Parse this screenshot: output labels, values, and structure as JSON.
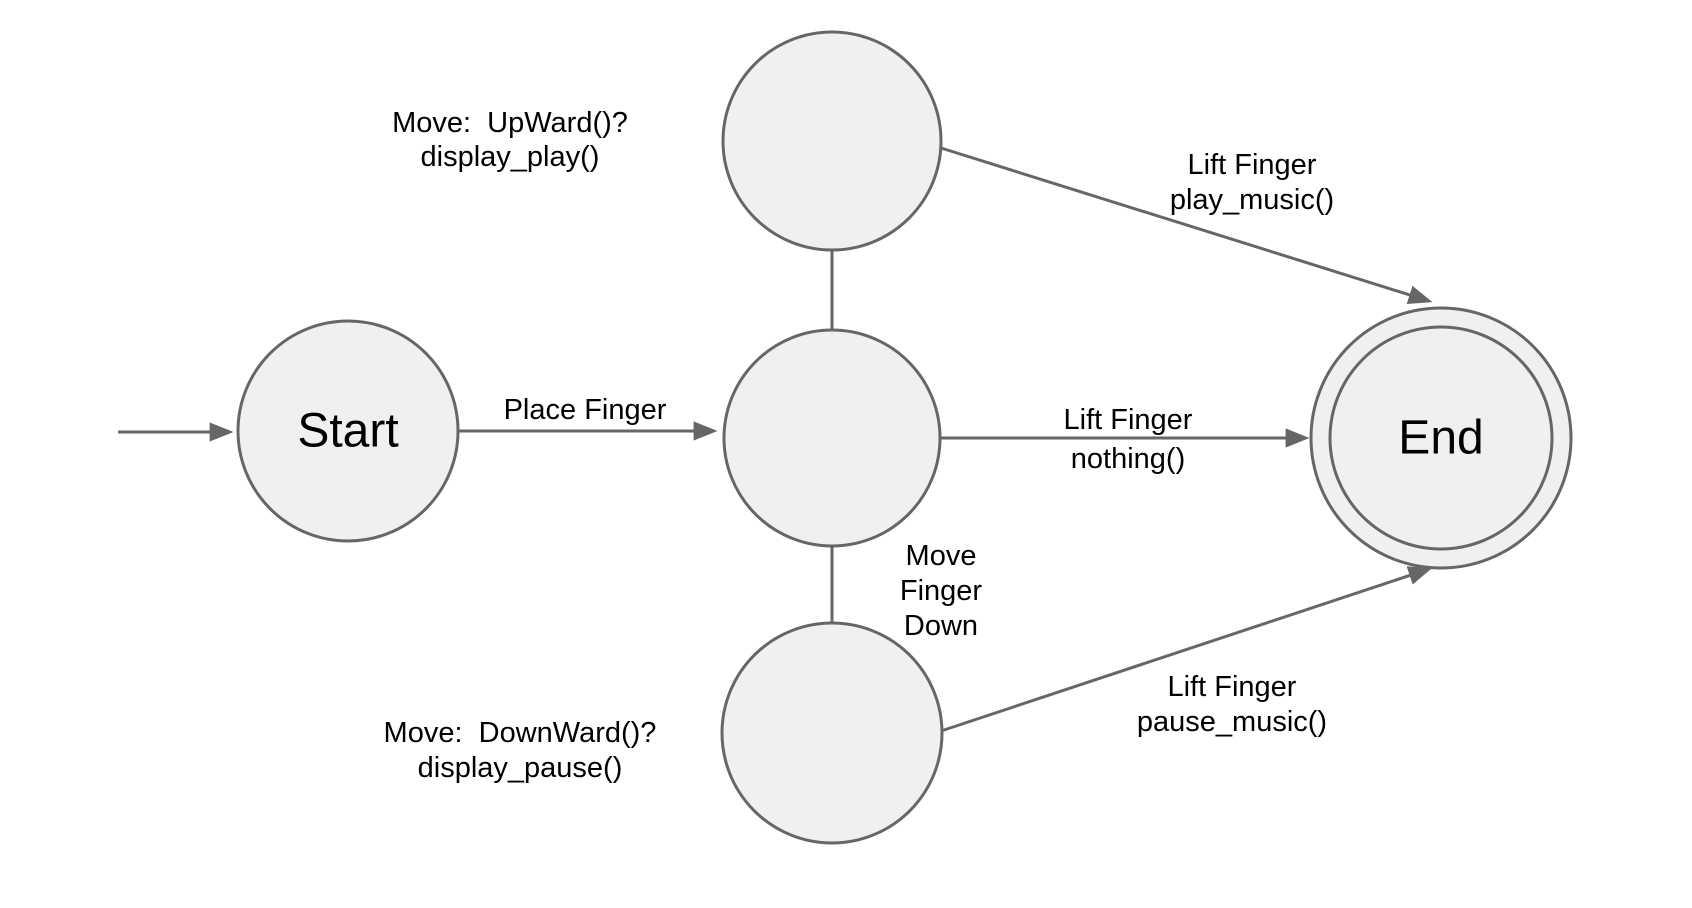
{
  "diagram": {
    "type": "state-machine",
    "colors": {
      "background": "#ffffff",
      "state_fill": "#f0f0f0",
      "state_stroke": "#666666",
      "edge_stroke": "#666666",
      "text_color": "#000000"
    },
    "states": {
      "start": {
        "label": "Start"
      },
      "finger_placed": {
        "label": ""
      },
      "moved_up": {
        "label": ""
      },
      "moved_down": {
        "label": ""
      },
      "end": {
        "label": "End",
        "accepting": true
      }
    },
    "transitions": {
      "initial": {
        "to": "start",
        "label": ""
      },
      "place_finger": {
        "from": "start",
        "to": "finger_placed",
        "label": "Place Finger"
      },
      "move_up": {
        "from": "finger_placed",
        "to": "moved_up",
        "annotation": [
          "Move:  UpWard()?",
          "display_play()"
        ]
      },
      "move_down": {
        "from": "finger_placed",
        "to": "moved_down",
        "label": [
          "Move",
          "Finger",
          "Down"
        ],
        "annotation": [
          "Move:  DownWard()?",
          "display_pause()"
        ]
      },
      "lift_play": {
        "from": "moved_up",
        "to": "end",
        "label": [
          "Lift Finger",
          "play_music()"
        ]
      },
      "lift_nothing": {
        "from": "finger_placed",
        "to": "end",
        "label": [
          "Lift Finger",
          "nothing()"
        ]
      },
      "lift_pause": {
        "from": "moved_down",
        "to": "end",
        "label": [
          "Lift Finger",
          "pause_music()"
        ]
      }
    }
  }
}
